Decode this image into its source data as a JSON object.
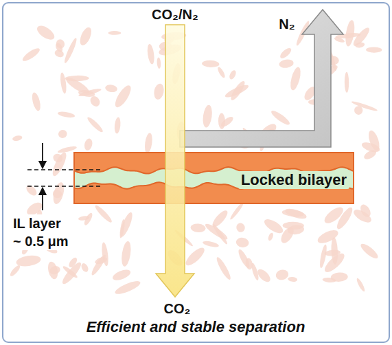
{
  "diagram": {
    "caption": "Efficient and stable separation",
    "nodes": [
      {
        "text": [
          "Locked bilayer"
        ]
      }
    ],
    "labels": [
      "CO₂/N₂",
      "N₂",
      "IL layer ~ 0.5 μm",
      "CO₂"
    ]
  }
}
